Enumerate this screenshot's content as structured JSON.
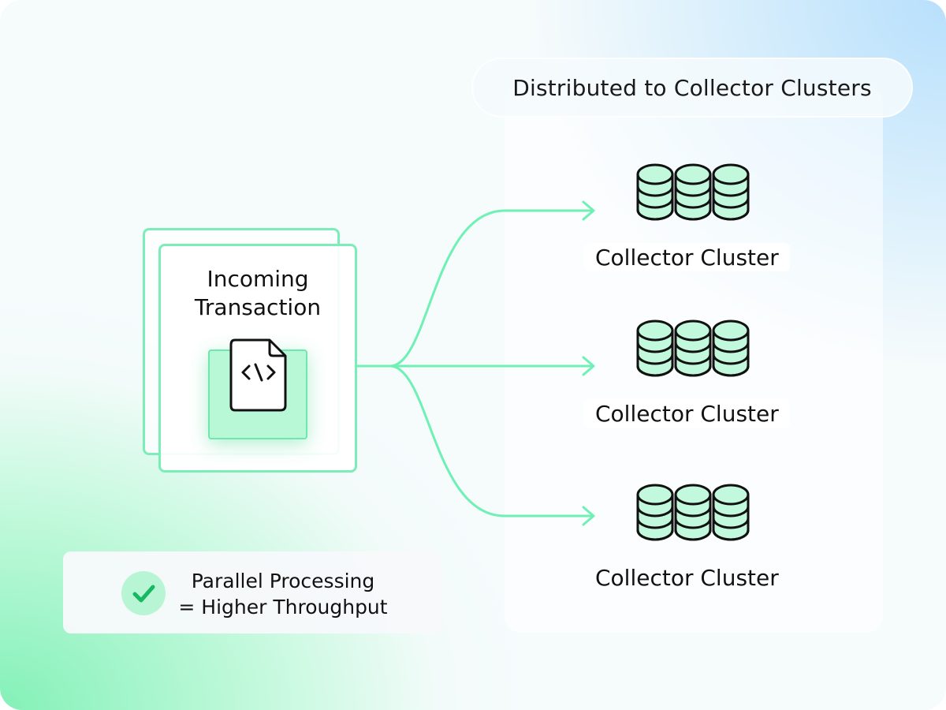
{
  "panel": {
    "title": "Distributed to Collector Clusters"
  },
  "transaction": {
    "title_line1": "Incoming",
    "title_line2": "Transaction",
    "icon": "code-file-icon"
  },
  "clusters": [
    {
      "label": "Collector Cluster",
      "icon": "database-cluster-icon"
    },
    {
      "label": "Collector Cluster",
      "icon": "database-cluster-icon"
    },
    {
      "label": "Collector Cluster",
      "icon": "database-cluster-icon"
    }
  ],
  "badge": {
    "line1": "Parallel Processing",
    "line2": "= Higher Throughput",
    "icon": "check-icon"
  },
  "colors": {
    "accent": "#6ff0b4",
    "cylinder_fill": "#c2f9dc",
    "outline": "#111111"
  }
}
